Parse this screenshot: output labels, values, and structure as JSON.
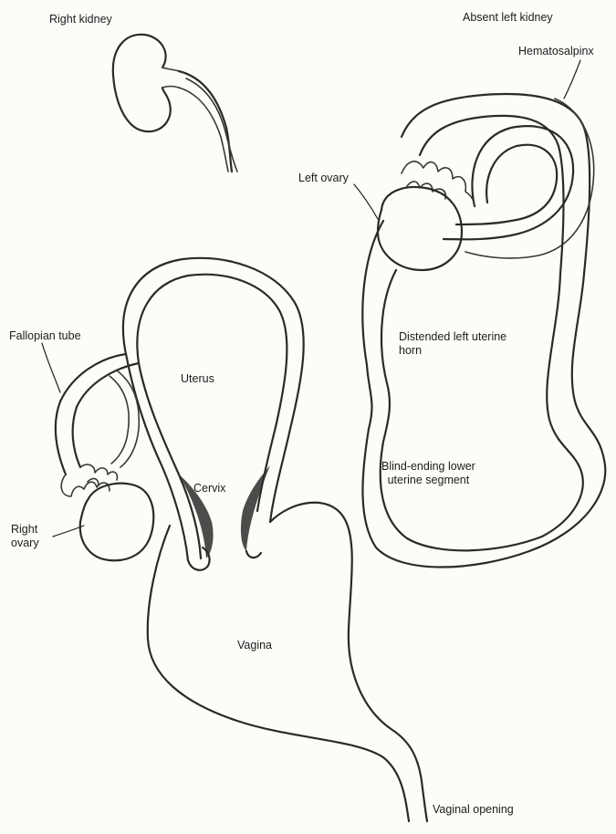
{
  "labels": {
    "right_kidney": "Right kidney",
    "absent_left_kidney": "Absent left kidney",
    "hematosalpinx": "Hematosalpinx",
    "left_ovary": "Left ovary",
    "fallopian_tube": "Fallopian tube",
    "uterus": "Uterus",
    "distended_horn_line1": "Distended left uterine",
    "distended_horn_line2": "horn",
    "blind_ending_line1": "Blind-ending lower",
    "blind_ending_line2": "uterine segment",
    "cervix": "Cervix",
    "right_ovary_line1": "Right",
    "right_ovary_line2": "ovary",
    "vagina": "Vagina",
    "vaginal_opening": "Vaginal opening"
  },
  "style": {
    "ink_color": "#2c2a28",
    "paper_color": "#fdfcf9"
  }
}
